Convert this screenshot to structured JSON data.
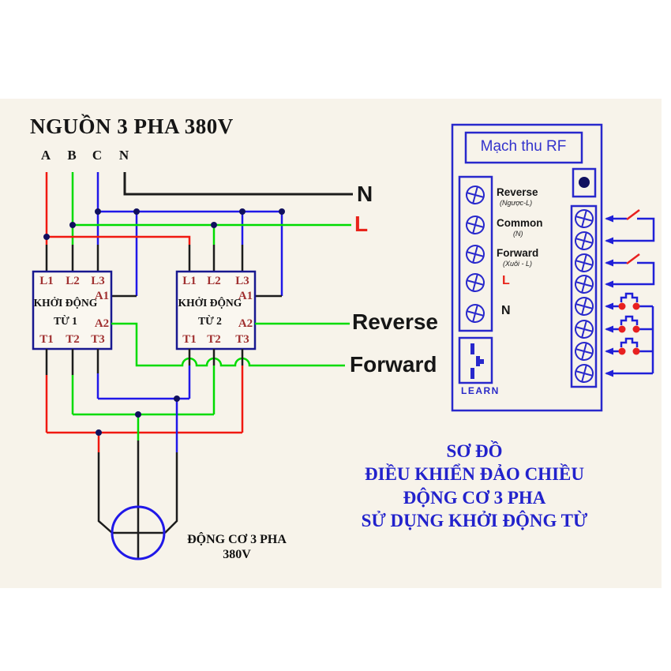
{
  "title": "NGUỒN 3 PHA 380V",
  "phases": {
    "a": "A",
    "b": "B",
    "c": "C",
    "n": "N"
  },
  "line_labels": {
    "neutral": "N",
    "live": "L",
    "reverse": "Reverse",
    "forward": "Forward"
  },
  "contactor1": {
    "line1": "KHỞI ĐỘNG",
    "line2": "TỪ 1",
    "l": [
      "L1",
      "L2",
      "L3"
    ],
    "a": [
      "A1",
      "A2"
    ],
    "t": [
      "T1",
      "T2",
      "T3"
    ]
  },
  "contactor2": {
    "line1": "KHỞI ĐỘNG",
    "line2": "TỪ 2",
    "l": [
      "L1",
      "L2",
      "L3"
    ],
    "a": [
      "A1",
      "A2"
    ],
    "t": [
      "T1",
      "T2",
      "T3"
    ]
  },
  "motor": {
    "line1": "ĐỘNG CƠ 3 PHA",
    "line2": "380V"
  },
  "rf_module": {
    "title": "Mạch thu RF",
    "rows": [
      {
        "label": "Reverse",
        "sub": "(Ngược-L)"
      },
      {
        "label": "Common",
        "sub": "(N)"
      },
      {
        "label": "Forward",
        "sub": "(Xuôi - L)"
      },
      {
        "label": "L"
      },
      {
        "label": "N"
      }
    ],
    "learn": "LEARN"
  },
  "caption": {
    "line1": "SƠ ĐỒ",
    "line2": "ĐIỀU KHIỂN ĐẢO CHIỀU",
    "line3": "ĐỘNG CƠ 3 PHA",
    "line4": "SỬ DỤNG KHỞI ĐỘNG TỪ"
  },
  "colors": {
    "background": "#f7f3ea",
    "wire_red": "#f01810",
    "wire_green": "#00db00",
    "wire_blue": "#2018e8",
    "wire_black": "#1c1c1c",
    "box_border_navy": "#181890",
    "module_blue": "#2828cc",
    "junction_navy": "#10105e",
    "terminal_label_red": "#a03030",
    "caption_blue": "#2222cc",
    "label_red": "#e8231a"
  }
}
